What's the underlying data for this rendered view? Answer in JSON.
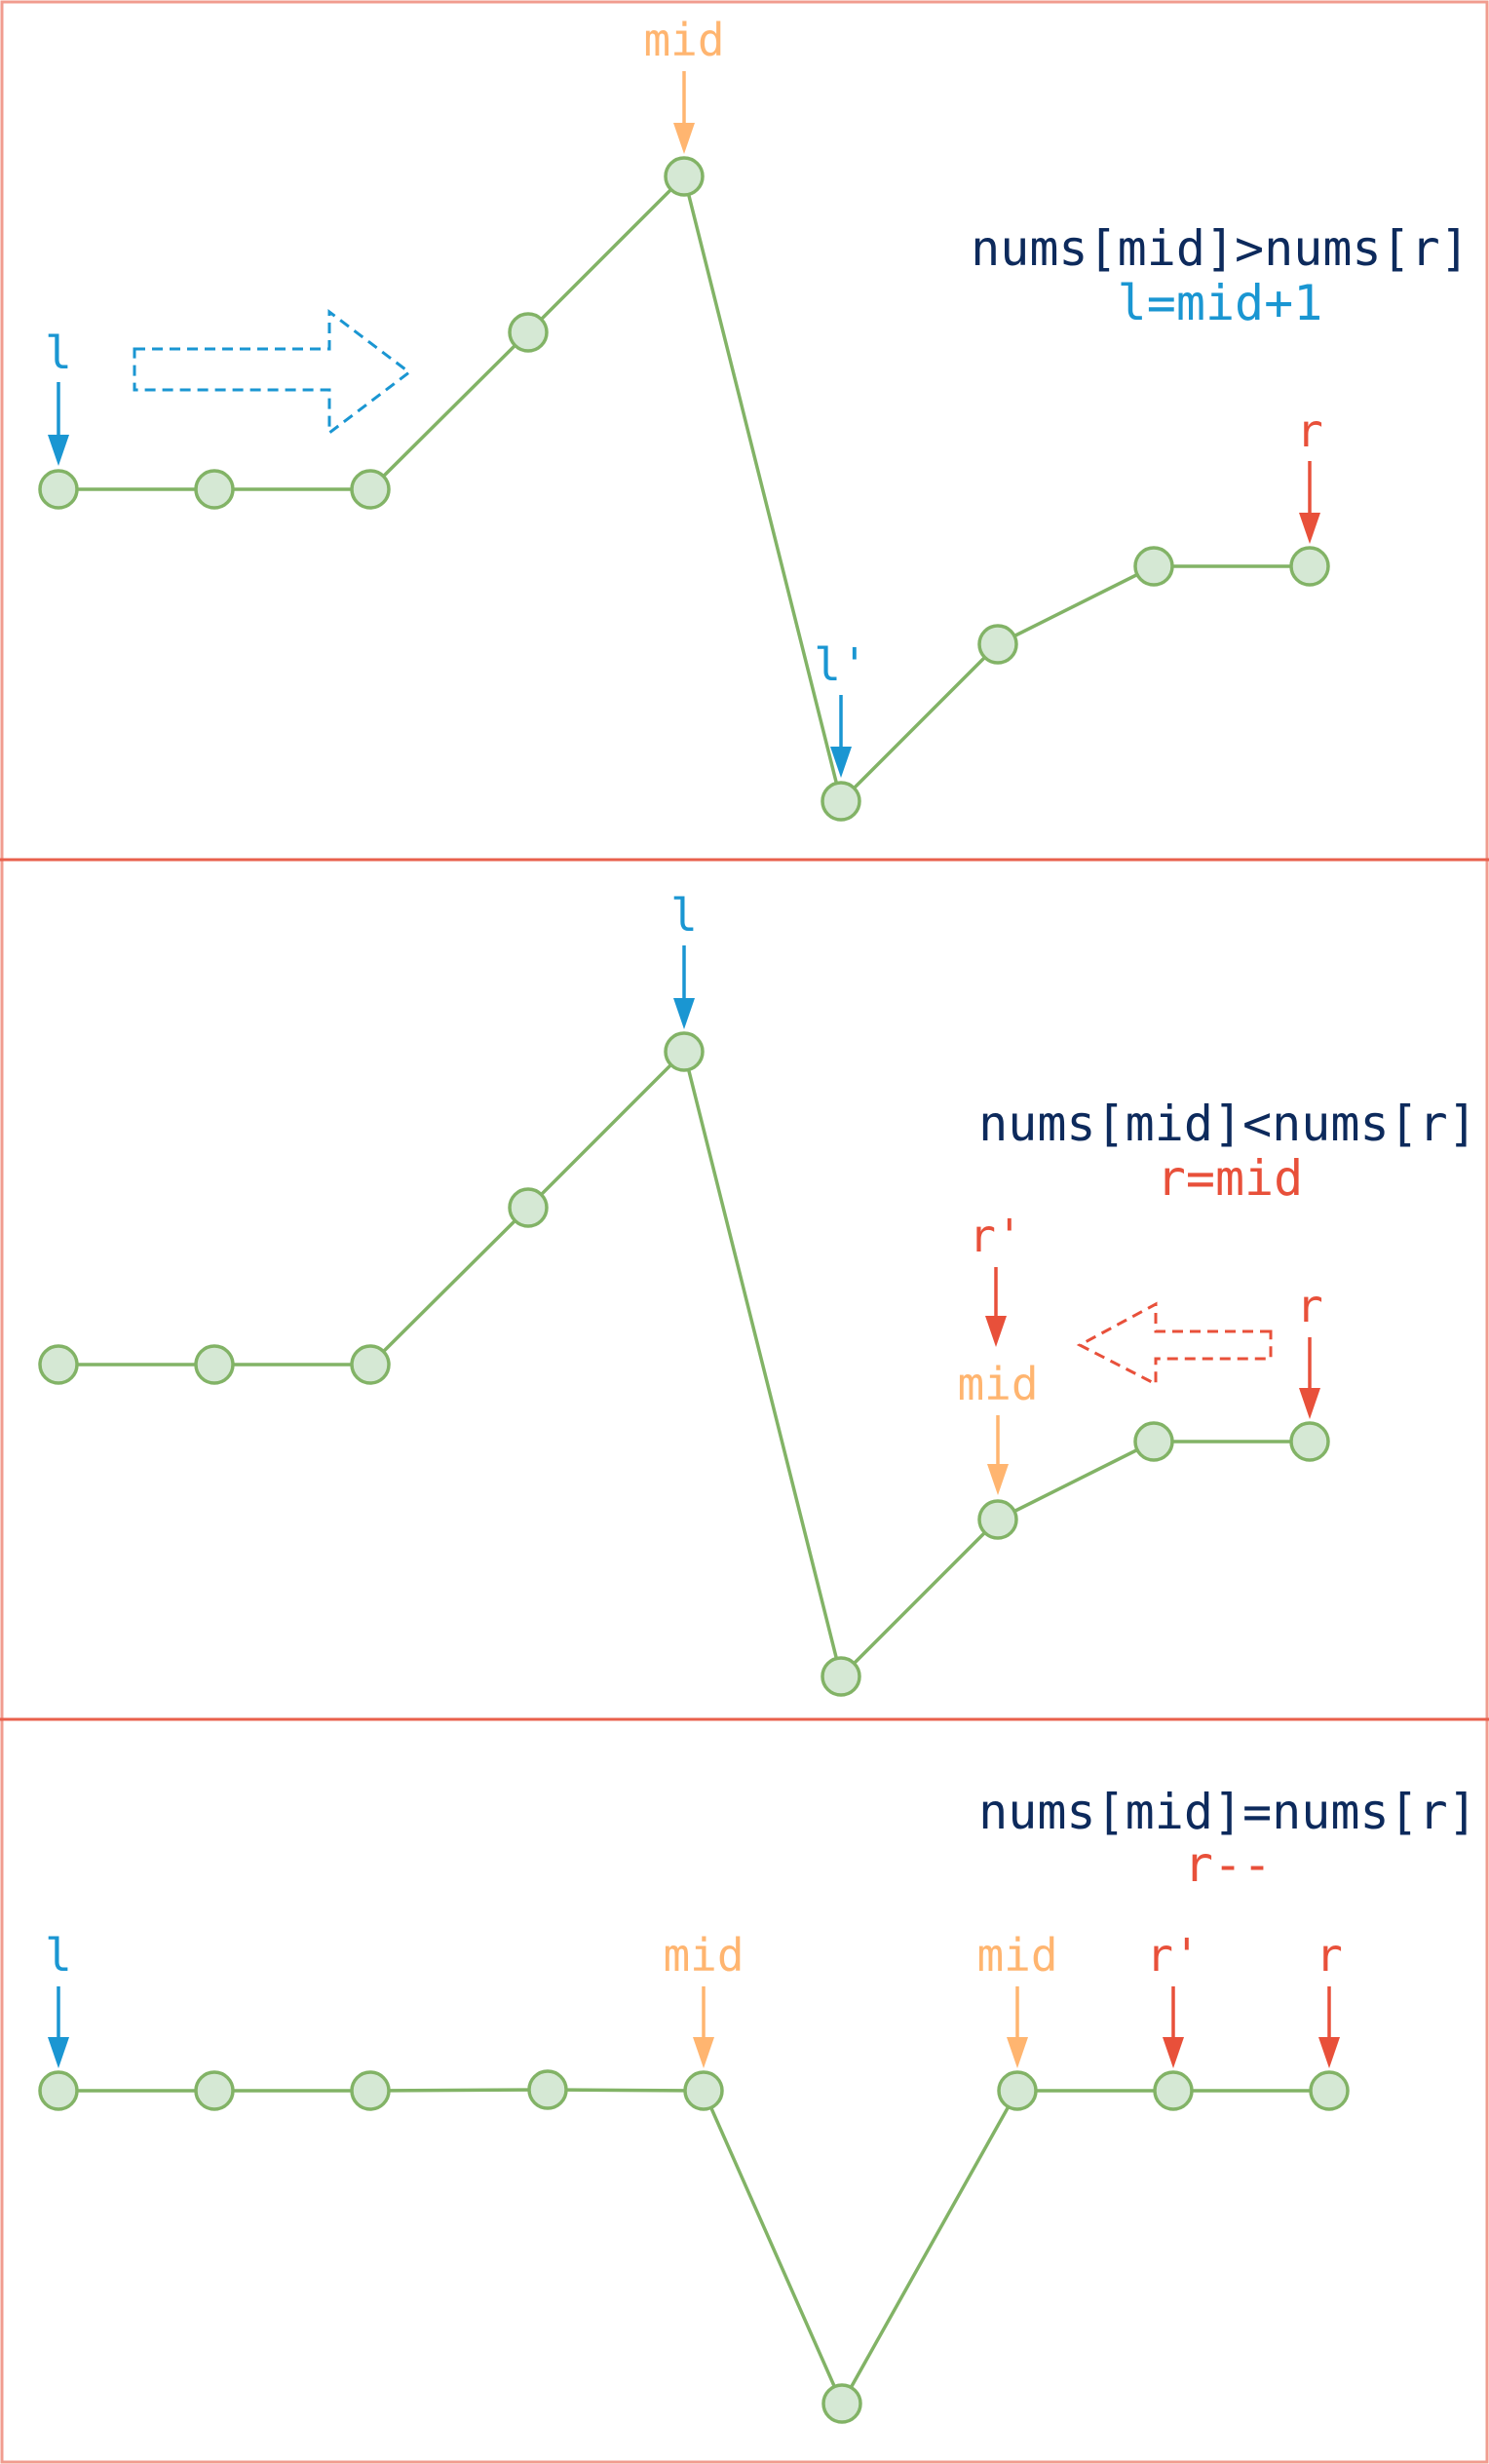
{
  "colors": {
    "border": "#f19c8f",
    "divider": "#e8604c",
    "line": "#82b366",
    "node_fill": "#d5e8d4",
    "node_stroke": "#82b366",
    "blue": "#1a96d2",
    "orange": "#ffb570",
    "red": "#e8503a",
    "navy": "#0d2a5c"
  },
  "panels": [
    {
      "condition": "nums[mid]>nums[r]",
      "action": "l=mid+1",
      "action_color": "blue",
      "labels": [
        {
          "text": "l",
          "color": "blue",
          "node": 0
        },
        {
          "text": "mid",
          "color": "orange",
          "node": 4
        },
        {
          "text": "l'",
          "color": "blue",
          "node": 5
        },
        {
          "text": "r",
          "color": "red",
          "node": 8
        }
      ],
      "shift_arrow": {
        "direction": "right",
        "color": "blue"
      }
    },
    {
      "condition": "nums[mid]<nums[r]",
      "action": "r=mid",
      "action_color": "red",
      "labels": [
        {
          "text": "l",
          "color": "blue",
          "node": 4
        },
        {
          "text": "r'",
          "color": "red",
          "node": 6
        },
        {
          "text": "mid",
          "color": "orange",
          "node": 6
        },
        {
          "text": "r",
          "color": "red",
          "node": 8
        }
      ],
      "shift_arrow": {
        "direction": "left",
        "color": "red"
      }
    },
    {
      "condition": "nums[mid]=nums[r]",
      "action": "r--",
      "action_color": "red",
      "labels": [
        {
          "text": "l",
          "color": "blue",
          "node": 0
        },
        {
          "text": "mid",
          "color": "orange",
          "node": 4
        },
        {
          "text": "mid",
          "color": "orange",
          "node": 6
        },
        {
          "text": "r'",
          "color": "red",
          "node": 7
        },
        {
          "text": "r",
          "color": "red",
          "node": 8
        }
      ]
    }
  ]
}
